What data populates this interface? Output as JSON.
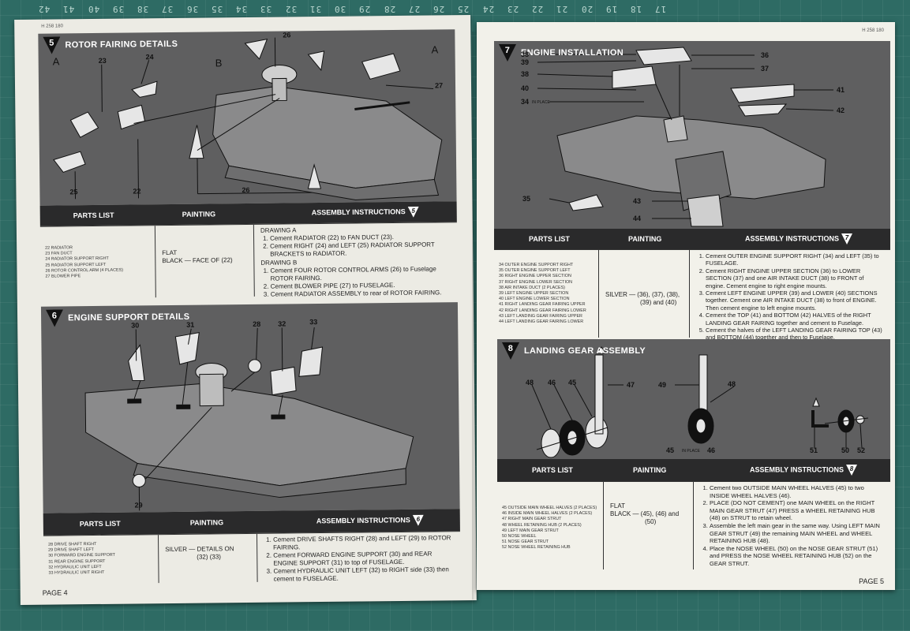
{
  "ruler_numbers": [
    "42",
    "41",
    "40",
    "39",
    "38",
    "37",
    "36",
    "35",
    "34",
    "33",
    "32",
    "31",
    "30",
    "29",
    "28",
    "27",
    "26",
    "25",
    "24",
    "23",
    "22",
    "21",
    "20",
    "19",
    "18",
    "17"
  ],
  "left_page": {
    "code": "H 258 180",
    "folio": "PAGE 4",
    "step5": {
      "number": "5",
      "title": "ROTOR FAIRING DETAILS",
      "letters": [
        "A",
        "B",
        "A"
      ],
      "callouts": [
        "23",
        "24",
        "26",
        "27",
        "25",
        "22",
        "26"
      ],
      "bar": {
        "parts": "PARTS LIST",
        "painting": "PAINTING",
        "assembly": "ASSEMBLY INSTRUCTIONS",
        "badge": "5"
      },
      "parts": [
        "22 RADIATOR",
        "23 FAN DUCT",
        "24 RADIATOR SUPPORT RIGHT",
        "25 RADIATOR SUPPORT LEFT",
        "26 ROTOR CONTROL ARM (4 Places)",
        "27 BLOWER PIPE"
      ],
      "painting": [
        "FLAT",
        "BLACK — FACE OF (22)"
      ],
      "drawing_a": "DRAWING A",
      "steps_a": [
        "Cement RADIATOR (22) to FAN DUCT (23).",
        "Cement RIGHT (24) and LEFT (25) RADIATOR SUPPORT BRACKETS to RADIATOR."
      ],
      "drawing_b": "DRAWING B",
      "steps_b": [
        "Cement FOUR ROTOR CONTROL ARMS (26) to Fuselage ROTOR FAIRING.",
        "Cement BLOWER PIPE (27) to FUSELAGE.",
        "Cement RADIATOR ASSEMBLY to rear of ROTOR FAIRING."
      ]
    },
    "step6": {
      "number": "6",
      "title": "ENGINE SUPPORT DETAILS",
      "callouts": [
        "30",
        "31",
        "28",
        "32",
        "33",
        "29"
      ],
      "bar": {
        "parts": "PARTS LIST",
        "painting": "PAINTING",
        "assembly": "ASSEMBLY INSTRUCTIONS",
        "badge": "6"
      },
      "parts": [
        "28 DRIVE SHAFT RIGHT",
        "29 DRIVE SHAFT LEFT",
        "30 FORWARD ENGINE SUPPORT",
        "31 REAR ENGINE SUPPORT",
        "32 HYDRAULIC UNIT LEFT",
        "33 HYDRAULIC UNIT RIGHT"
      ],
      "painting": [
        "SILVER — DETAILS ON",
        "(32) (33)"
      ],
      "steps": [
        "Cement DRIVE SHAFTS RIGHT (28) and LEFT (29) to ROTOR FAIRING.",
        "Cement FORWARD ENGINE SUPPORT (30) and REAR ENGINE SUPPORT (31) to top of FUSELAGE.",
        "Cement HYDRAULIC UNIT LEFT (32) to RIGHT side (33) then cement to FUSELAGE."
      ]
    }
  },
  "right_page": {
    "code": "H 258 180",
    "folio": "PAGE 5",
    "step7": {
      "number": "7",
      "title": "ENGINE INSTALLATION",
      "callouts": [
        "38",
        "39",
        "38",
        "40",
        "34",
        "36",
        "37",
        "41",
        "42",
        "35",
        "43",
        "44"
      ],
      "in_place": "IN PLACE",
      "bar": {
        "parts": "PARTS LIST",
        "painting": "PAINTING",
        "assembly": "ASSEMBLY INSTRUCTIONS",
        "badge": "7"
      },
      "parts": [
        "34 OUTER ENGINE SUPPORT RIGHT",
        "35 OUTER ENGINE SUPPORT LEFT",
        "36 RIGHT ENGINE UPPER SECTION",
        "37 RIGHT ENGINE LOWER SECTION",
        "38 AIR INTAKE DUCT (2 Places)",
        "39 LEFT ENGINE UPPER SECTION",
        "40 LEFT ENGINE LOWER SECTION",
        "41 RIGHT LANDING GEAR FAIRING UPPER",
        "42 RIGHT LANDING GEAR FAIRING LOWER",
        "43 LEFT LANDING GEAR FAIRING UPPER",
        "44 LEFT LANDING GEAR FAIRING LOWER"
      ],
      "painting": [
        "SILVER — (36), (37), (38),",
        "(39) and (40)"
      ],
      "steps": [
        "Cement OUTER ENGINE SUPPORT RIGHT (34) and LEFT (35) to FUSELAGE.",
        "Cement RIGHT ENGINE UPPER SECTION (36) to LOWER SECTION (37) and one AIR INTAKE DUCT (38) to FRONT of engine. Cement engine to right engine mounts.",
        "Cement LEFT ENGINE UPPER (39) and LOWER (40) SECTIONS together. Cement one AIR INTAKE DUCT (38) to front of ENGINE. Then cement engine to left engine mounts.",
        "Cement the TOP (41) and BOTTOM (42) HALVES of the RIGHT LANDING GEAR FAIRING together and cement to Fuselage.",
        "Cement the halves of the LEFT LANDING GEAR FAIRING TOP (43) and BOTTOM (44) together and then to Fuselage."
      ]
    },
    "step8": {
      "number": "8",
      "title": "LANDING GEAR ASSEMBLY",
      "callouts": [
        "48",
        "46",
        "45",
        "47",
        "49",
        "48",
        "45",
        "46",
        "51",
        "50",
        "52"
      ],
      "in_place": "IN PLACE",
      "bar": {
        "parts": "PARTS LIST",
        "painting": "PAINTING",
        "assembly": "ASSEMBLY INSTRUCTIONS",
        "badge": "8"
      },
      "parts": [
        "45 OUTSIDE MAIN WHEEL HALVES (2 Places)",
        "46 INSIDE MAIN WHEEL HALVES (2 Places)",
        "47 RIGHT MAIN GEAR STRUT",
        "48 WHEEL RETAINING HUB (2 Places)",
        "49 LEFT MAIN GEAR STRUT",
        "50 NOSE WHEEL",
        "51 NOSE GEAR STRUT",
        "52 NOSE WHEEL RETAINING HUB"
      ],
      "painting": [
        "FLAT",
        "BLACK — (45), (46) and",
        "(50)"
      ],
      "steps": [
        "Cement two OUTSIDE MAIN WHEEL HALVES (45) to two INSIDE WHEEL HALVES (46).",
        "PLACE (DO NOT CEMENT) one MAIN WHEEL on the RIGHT MAIN GEAR STRUT (47) PRESS a WHEEL RETAINING HUB (48) on STRUT to retain wheel.",
        "Assemble the left main gear in the same way. Using LEFT MAIN GEAR STRUT (49) the remaining MAIN WHEEL and WHEEL RETAINING HUB (48).",
        "Place the NOSE WHEEL (50) on the NOSE GEAR STRUT (51) and PRESS the NOSE WHEEL RETAINING HUB (52) on the GEAR STRUT."
      ]
    }
  }
}
